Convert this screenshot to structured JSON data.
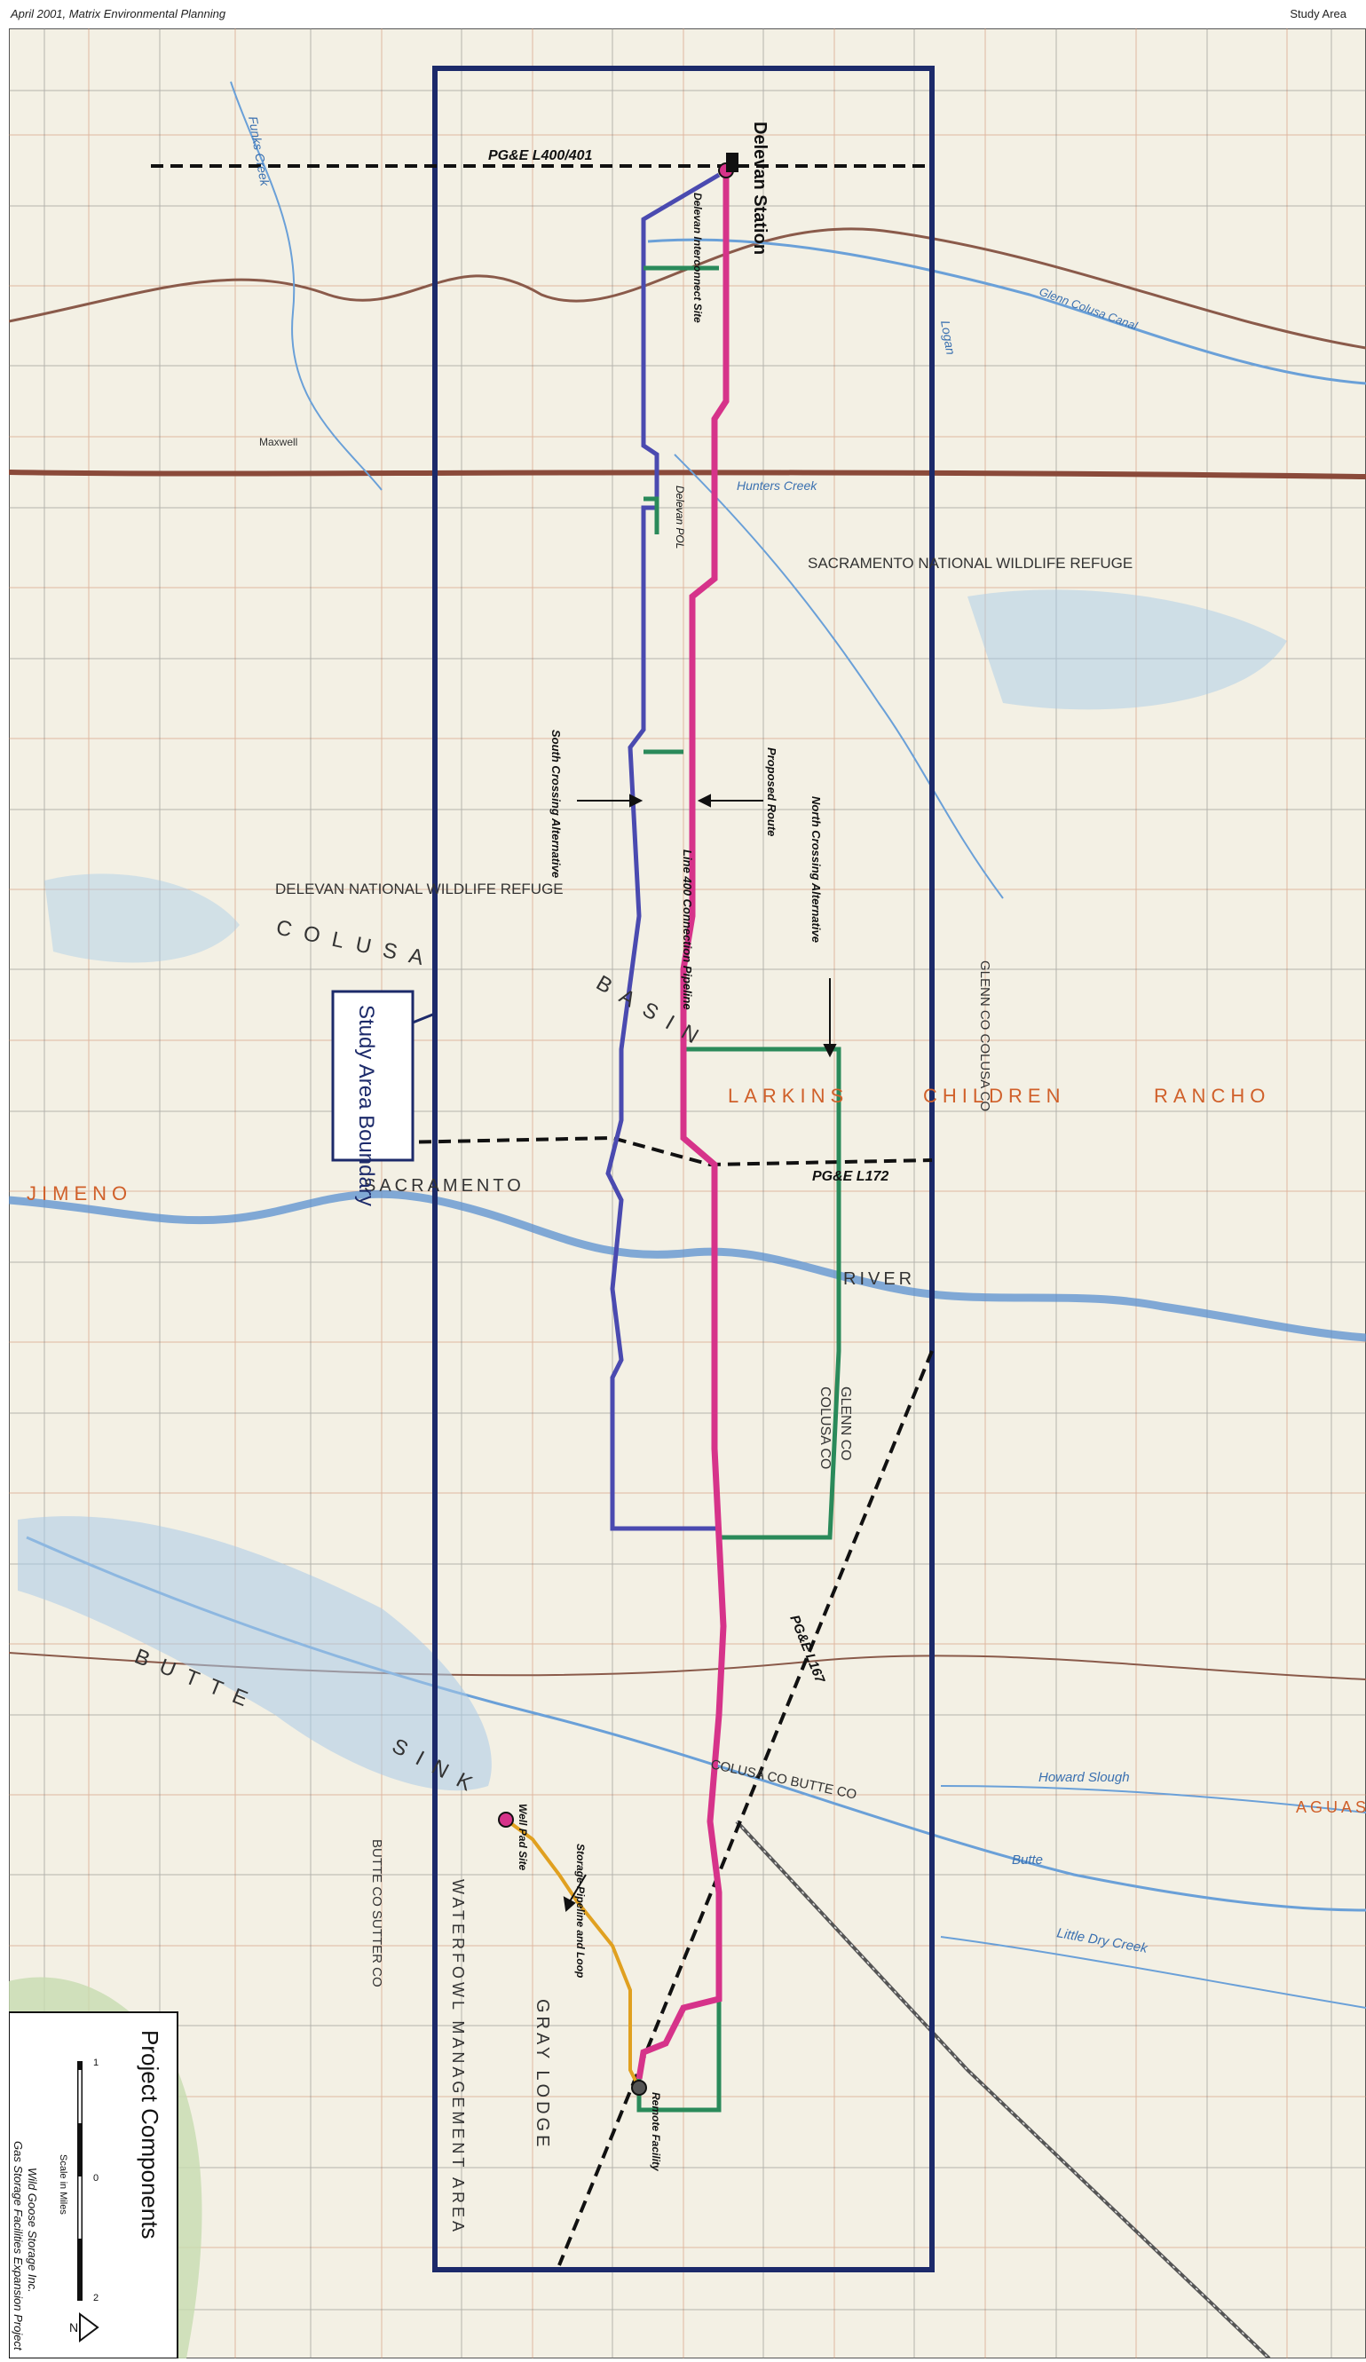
{
  "header": {
    "left": "April 2001, Matrix Environmental Planning",
    "right": "Study Area"
  },
  "colors": {
    "background": "#f3f0e4",
    "grid_lines": "#d08a6a",
    "roads": "#8a5a4a",
    "water": "#6aa0d8",
    "study_boundary": "#1c2a6a",
    "proposed_route": "#d6338a",
    "south_alternative": "#4a4ab0",
    "north_alternative": "#2a8a5a",
    "storage_pipeline": "#e0a020",
    "pgande_lines": "#111111"
  },
  "labels": {
    "delevan_station": "Delevan Station",
    "pge_l400": "PG&E L400/401",
    "delevan_interconnect": "Delevan Interconnect Site",
    "delevan_pol": "Delevan POL",
    "sac_nwr": "SACRAMENTO NATIONAL WILDLIFE REFUGE",
    "delevan_nwr": "DELEVAN NATIONAL WILDLIFE REFUGE",
    "colusa": "COLUSA",
    "basin": "BASIN",
    "larkins": "LARKINS",
    "children": "CHILDREN",
    "rancho": "RANCHO",
    "jimeno": "JIMENO",
    "sacramento": "SACRAMENTO",
    "river": "RIVER",
    "south_crossing": "South Crossing Alternative",
    "proposed_route": "Proposed Route",
    "north_crossing": "North Crossing Alternative",
    "line400": "Line 400 Connection Pipeline",
    "pge_l172": "PG&E L172",
    "pge_l167": "PG&E L167",
    "study_boundary": "Study Area Boundary",
    "glenn_colusa_v": "GLENN CO COLUSA CO",
    "glenn_co": "GLENN CO",
    "colusa_co": "COLUSA CO",
    "butte": "BUTTE",
    "sink": "SINK",
    "colusa_butte_co": "COLUSA CO BUTTE CO",
    "butte_sutter": "BUTTE CO SUTTER CO",
    "well_pad": "Well Pad Site",
    "storage_pipeline": "Storage Pipeline and Loop",
    "waterfowl": "WATERFOWL MANAGEMENT AREA",
    "gray_lodge": "GRAY LODGE",
    "remote_facility": "Remote Facility",
    "butte_creek": "Butte",
    "howard_slough": "Howard Slough",
    "little_dry_creek": "Little Dry Creek",
    "aguas": "AGUAS",
    "maxwell": "Maxwell",
    "funks_creek": "Funks Creek",
    "hunters_creek": "Hunters Creek",
    "logan": "Logan",
    "glenn_colusa_canal": "Glenn Colusa Canal"
  },
  "legend": {
    "title": "Project Components",
    "company": "Wild Goose Storage Inc.",
    "project": "Gas Storage Facilities Expansion Project",
    "scale_label": "Scale in Miles",
    "scale_ticks": [
      "0",
      "1",
      "2"
    ],
    "north": "N"
  }
}
